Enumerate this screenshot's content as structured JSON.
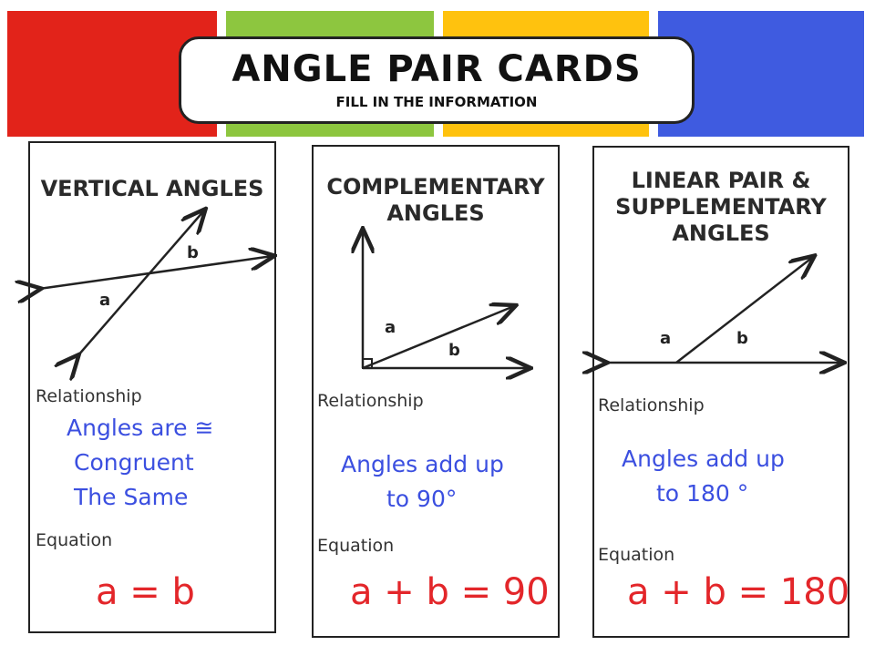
{
  "header": {
    "title": "ANGLE PAIR CARDS",
    "subtitle": "FILL IN THE INFORMATION",
    "band_colors": [
      "#e2231a",
      "#8dc63f",
      "#ffc20e",
      "#3f5be0"
    ]
  },
  "cards": [
    {
      "title_lines": [
        "VERTICAL ANGLES"
      ],
      "angle_a": "a",
      "angle_b": "b",
      "relationship_label": "Relationship",
      "relationship_lines": [
        "Angles are ≅",
        "Congruent",
        "The Same"
      ],
      "equation_label": "Equation",
      "equation": "a = b"
    },
    {
      "title_lines": [
        "COMPLEMENTARY",
        "ANGLES"
      ],
      "angle_a": "a",
      "angle_b": "b",
      "relationship_label": "Relationship",
      "relationship_lines": [
        "Angles add up",
        "to 90°"
      ],
      "equation_label": "Equation",
      "equation": "a + b = 90"
    },
    {
      "title_lines": [
        "LINEAR PAIR &",
        "SUPPLEMENTARY",
        "ANGLES"
      ],
      "angle_a": "a",
      "angle_b": "b",
      "relationship_label": "Relationship",
      "relationship_lines": [
        "Angles add up",
        "to 180 °"
      ],
      "equation_label": "Equation",
      "equation": "a + b = 180"
    }
  ]
}
